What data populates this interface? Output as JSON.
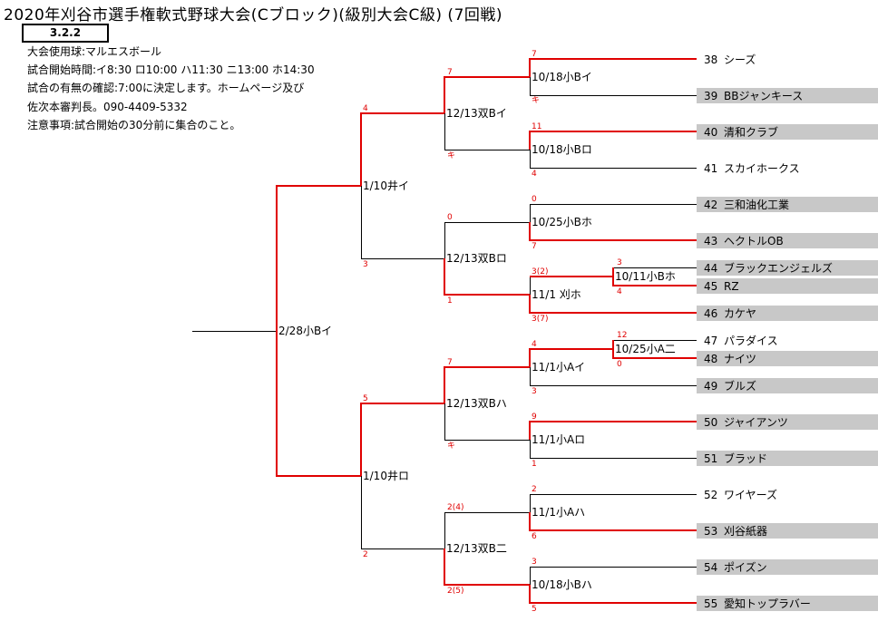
{
  "title": "2020年刈谷市選手権軟式野球大会(Cブロック)(級別大会C級) (7回戦)",
  "date_box": "3.2.2",
  "info": [
    "大会使用球:マルエスボール",
    "試合開始時間:イ8:30 ロ10:00 ハ11:30 ニ13:00 ホ14:30",
    "試合の有無の確認:7:00に決定します。ホームページ及び",
    "佐次本審判長。090-4409-5332",
    "注意事項:試合開始の30分前に集合のこと。"
  ],
  "colors": {
    "line": "#000000",
    "win": "#e00000",
    "team_bg": "#c8c8c8"
  },
  "teams": [
    {
      "num": "38",
      "name": "シーズ"
    },
    {
      "num": "39",
      "name": "BBジャンキース"
    },
    {
      "num": "40",
      "name": "清和クラブ"
    },
    {
      "num": "41",
      "name": "スカイホークス"
    },
    {
      "num": "42",
      "name": "三和油化工業"
    },
    {
      "num": "43",
      "name": "ヘクトルOB"
    },
    {
      "num": "44",
      "name": "ブラックエンジェルズ"
    },
    {
      "num": "45",
      "name": "RZ"
    },
    {
      "num": "46",
      "name": "カケヤ"
    },
    {
      "num": "47",
      "name": "パラダイス"
    },
    {
      "num": "48",
      "name": "ナイツ"
    },
    {
      "num": "49",
      "name": "ブルズ"
    },
    {
      "num": "50",
      "name": "ジャイアンツ"
    },
    {
      "num": "51",
      "name": "ブラッド"
    },
    {
      "num": "52",
      "name": "ワイヤーズ"
    },
    {
      "num": "53",
      "name": "刈谷紙器"
    },
    {
      "num": "54",
      "name": "ポイズン"
    },
    {
      "num": "55",
      "name": "愛知トップラバー"
    }
  ],
  "matches": {
    "m4445": "10/11小Bホ",
    "m4748": "10/25小A二",
    "m3839": "10/18小Bイ",
    "m4041": "10/18小Bロ",
    "m4243": "10/25小Bホ",
    "m4446": "11/1 刈ホ",
    "m4749": "11/1小Aイ",
    "m5051": "11/1小Aロ",
    "m5253": "11/1小Aハ",
    "m5455": "10/18小Bハ",
    "q1": "12/13双Bイ",
    "q2": "12/13双Bロ",
    "q3": "12/13双Bハ",
    "q4": "12/13双B二",
    "s1": "1/10井イ",
    "s2": "1/10井ロ",
    "final": "2/28小Bイ"
  },
  "scores": {
    "m4445_top": "3",
    "m4445_bot": "4",
    "m4748_top": "12",
    "m4748_bot": "0",
    "m3839_top": "7",
    "m3839_bot": "キ",
    "m4041_top": "11",
    "m4041_bot": "4",
    "m4243_top": "0",
    "m4243_bot": "7",
    "m4446_top": "3(2)",
    "m4446_bot": "3(7)",
    "m4749_top": "4",
    "m4749_bot": "3",
    "m5051_top": "9",
    "m5051_bot": "1",
    "m5253_top": "2",
    "m5253_bot": "6",
    "m5455_top": "3",
    "m5455_bot": "5",
    "q1_top": "7",
    "q1_bot": "キ",
    "q2_top": "0",
    "q2_bot": "1",
    "q3_top": "7",
    "q3_bot": "キ",
    "q4_top": "2(4)",
    "q4_bot": "2(5)",
    "s1_top": "4",
    "s1_bot": "3",
    "s2_top": "5",
    "s2_bot": "2"
  }
}
